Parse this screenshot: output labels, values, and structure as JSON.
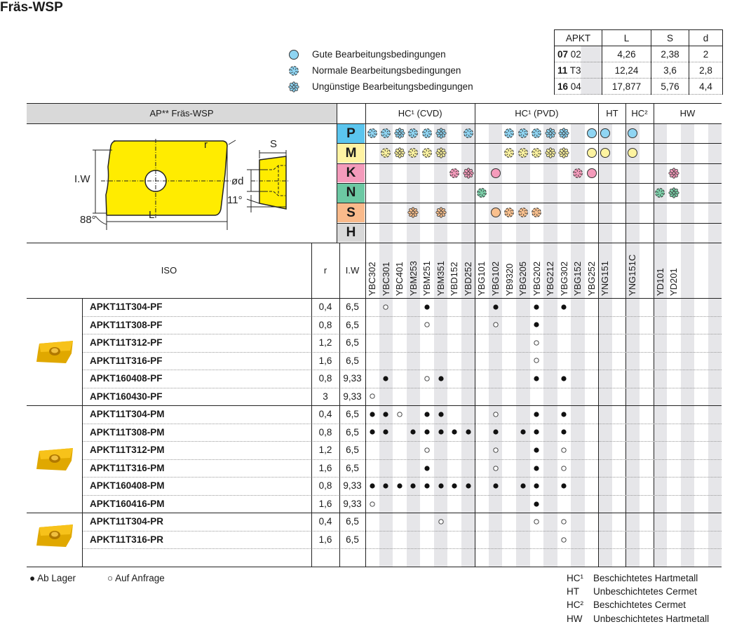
{
  "title": "Fräs-WSP",
  "legend_conditions": [
    {
      "type": "g",
      "label": "Gute Bearbeitungsbedingungen"
    },
    {
      "type": "n",
      "label": "Normale Bearbeitungsbedingungen"
    },
    {
      "type": "u",
      "label": "Ungünstige Bearbeitungsbedingungen"
    }
  ],
  "apkt_table": {
    "headers": [
      "APKT",
      "L",
      "S",
      "d"
    ],
    "rows": [
      {
        "code_bold": "07",
        "code": "02",
        "L": "4,26",
        "S": "2,38",
        "d": "2"
      },
      {
        "code_bold": "11",
        "code": "T3",
        "L": "12,24",
        "S": "3,6",
        "d": "2,8"
      },
      {
        "code_bold": "16",
        "code": "04",
        "L": "17,877",
        "S": "5,76",
        "d": "4,4"
      }
    ]
  },
  "main_header": "AP** Fräs-WSP",
  "groups": [
    {
      "label": "HC¹ (CVD)",
      "span": 8
    },
    {
      "label": "HC¹ (PVD)",
      "span": 9
    },
    {
      "label": "HT",
      "span": 2
    },
    {
      "label": "HC²",
      "span": 2
    },
    {
      "label": "HW",
      "span": 5
    }
  ],
  "drawing_labels": {
    "r": "r",
    "iw": "I.W",
    "angle88": "88°",
    "L": "L",
    "S": "S",
    "d": "ød",
    "angle11": "11°"
  },
  "grades": [
    "YBC302",
    "YBC301",
    "YBC401",
    "YBM253",
    "YBM251",
    "YBM351",
    "YBD152",
    "YBD252",
    "YBG101",
    "YBG102",
    "YB9320",
    "YBG205",
    "YBG202",
    "YBG212",
    "YBG302",
    "YBG152",
    "YBG252",
    "YNG151",
    "",
    "YNG151C",
    "",
    "YD101",
    "YD201",
    "",
    "",
    ""
  ],
  "materials": [
    {
      "letter": "P",
      "color": "#5bc5ee",
      "icon_color": "#8fd5f3",
      "g": [
        16,
        17,
        19
      ],
      "n": [
        0,
        1,
        3,
        4,
        7,
        10,
        11,
        12
      ],
      "u": [
        2,
        5,
        13,
        14
      ]
    },
    {
      "letter": "M",
      "color": "#fff3a3",
      "icon_color": "#fdf3a0",
      "g": [
        16,
        17,
        19
      ],
      "n": [
        1,
        3,
        4,
        10,
        11,
        12
      ],
      "u": [
        2,
        5,
        13,
        14
      ]
    },
    {
      "letter": "K",
      "color": "#f49bbb",
      "icon_color": "#f49bbb",
      "g": [
        9,
        16
      ],
      "n": [
        6,
        15
      ],
      "u": [
        7,
        22
      ]
    },
    {
      "letter": "N",
      "color": "#6cc8a3",
      "icon_color": "#7ccfa9",
      "g": [],
      "n": [
        8,
        21
      ],
      "u": [
        22
      ]
    },
    {
      "letter": "S",
      "color": "#f9ba8b",
      "icon_color": "#f9c08e",
      "g": [
        9
      ],
      "n": [
        10,
        11,
        12
      ],
      "u": [
        3,
        5
      ]
    },
    {
      "letter": "H",
      "color": "#d9d9d9",
      "icon_color": "#d9d9d9",
      "g": [],
      "n": [],
      "u": []
    }
  ],
  "col_headers": {
    "iso": "ISO",
    "r": "r",
    "iw": "I.W"
  },
  "rows": [
    {
      "iso": "APKT11T304-PF",
      "r": "0,4",
      "iw": "6,5",
      "f": [
        4,
        9,
        12,
        14
      ],
      "o": [
        1
      ]
    },
    {
      "iso": "APKT11T308-PF",
      "r": "0,8",
      "iw": "6,5",
      "f": [
        12
      ],
      "o": [
        4,
        9
      ]
    },
    {
      "iso": "APKT11T312-PF",
      "r": "1,2",
      "iw": "6,5",
      "f": [],
      "o": [
        12
      ]
    },
    {
      "iso": "APKT11T316-PF",
      "r": "1,6",
      "iw": "6,5",
      "f": [],
      "o": [
        12
      ]
    },
    {
      "iso": "APKT160408-PF",
      "r": "0,8",
      "iw": "9,33",
      "f": [
        1,
        5,
        12,
        14
      ],
      "o": [
        4
      ]
    },
    {
      "iso": "APKT160430-PF",
      "r": "3",
      "iw": "9,33",
      "f": [],
      "o": [
        0
      ]
    },
    {
      "iso": "APKT11T304-PM",
      "r": "0,4",
      "iw": "6,5",
      "f": [
        0,
        1,
        4,
        5,
        12,
        14
      ],
      "o": [
        2,
        9
      ]
    },
    {
      "iso": "APKT11T308-PM",
      "r": "0,8",
      "iw": "6,5",
      "f": [
        0,
        1,
        3,
        4,
        5,
        6,
        7,
        9,
        11,
        12,
        14
      ],
      "o": []
    },
    {
      "iso": "APKT11T312-PM",
      "r": "1,2",
      "iw": "6,5",
      "f": [
        12
      ],
      "o": [
        4,
        9,
        14
      ]
    },
    {
      "iso": "APKT11T316-PM",
      "r": "1,6",
      "iw": "6,5",
      "f": [
        4,
        12
      ],
      "o": [
        9,
        14
      ]
    },
    {
      "iso": "APKT160408-PM",
      "r": "0,8",
      "iw": "9,33",
      "f": [
        0,
        1,
        2,
        3,
        4,
        5,
        6,
        7,
        9,
        11,
        12,
        14
      ],
      "o": []
    },
    {
      "iso": "APKT160416-PM",
      "r": "1,6",
      "iw": "9,33",
      "f": [
        12
      ],
      "o": [
        0
      ]
    },
    {
      "iso": "APKT11T304-PR",
      "r": "0,4",
      "iw": "6,5",
      "f": [],
      "o": [
        5,
        12,
        14
      ]
    },
    {
      "iso": "APKT11T316-PR",
      "r": "1,6",
      "iw": "6,5",
      "f": [],
      "o": [
        14
      ]
    },
    {
      "iso": "",
      "r": "",
      "iw": "",
      "f": [],
      "o": []
    }
  ],
  "stock_legend": {
    "filled": "● Ab Lager",
    "open": "○ Auf Anfrage"
  },
  "abbreviations": [
    {
      "code": "HC¹",
      "text": "Beschichtetes Hartmetall"
    },
    {
      "code": "HT",
      "text": "Unbeschichtetes Cermet"
    },
    {
      "code": "HC²",
      "text": "Beschichtetes Cermet"
    },
    {
      "code": "HW",
      "text": "Unbeschichtetes Hartmetall"
    }
  ],
  "colors": {
    "insert_yellow": "#ffec00",
    "shade": "#e6e6e9",
    "header_gray": "#d9d9d9"
  }
}
